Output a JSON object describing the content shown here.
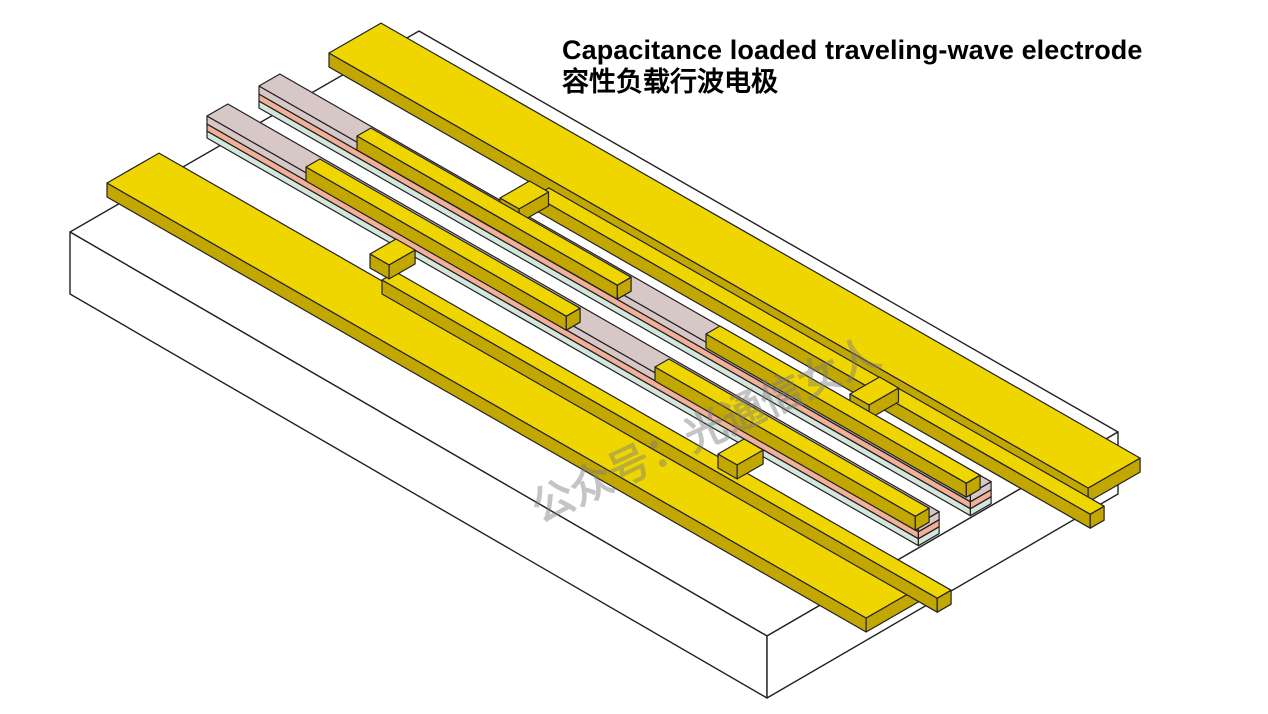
{
  "title": {
    "english": "Capacitance loaded traveling-wave electrode",
    "chinese": "容性负载行波电极"
  },
  "watermark": "公众号：光通信女人",
  "colors": {
    "substrate_top": "#ffffff",
    "substrate_side": "#ffffff",
    "gold_top": "#efd600",
    "gold_side": "#c2a700",
    "gold_edge": "#3b3500",
    "waveguide_top": "#d7c7c6",
    "waveguide_mid": "#f1b198",
    "waveguide_low": "#d5e6dc",
    "outline": "#222222",
    "watermark": "#7d7d7d"
  }
}
